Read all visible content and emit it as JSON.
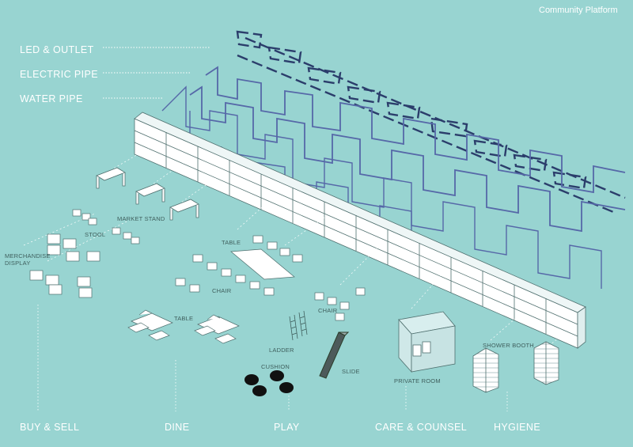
{
  "header": {
    "title": "Community Platform"
  },
  "legend": {
    "items": [
      {
        "label": "LED & OUTLET"
      },
      {
        "label": "ELECTRIC PIPE"
      },
      {
        "label": "WATER PIPE"
      }
    ]
  },
  "labels": {
    "market_stand": "MARKET  STAND",
    "stool": "STOOL",
    "merchandise_display_line1": "MERCHANDISE",
    "merchandise_display_line2": "DISPLAY",
    "table_upper": "TABLE",
    "chair_middle": "CHAIR",
    "table_lower": "TABLE",
    "chair_play": "CHAIR",
    "ladder": "LADDER",
    "cushion": "CUSHION",
    "slide": "SLIDE",
    "private_room": "PRIVATE ROOM",
    "shower_booth": "SHOWER BOOTH"
  },
  "categories": [
    {
      "label": "BUY & SELL"
    },
    {
      "label": "DINE"
    },
    {
      "label": "PLAY"
    },
    {
      "label": "CARE & COUNSEL"
    },
    {
      "label": "HYGIENE"
    }
  ],
  "colors": {
    "background": "#98d4d1",
    "text": "#ffffff",
    "line_dark": "#2b3d6b",
    "line_pipe": "#5668a8",
    "furniture": "#ffffff",
    "cushion": "#111111"
  }
}
